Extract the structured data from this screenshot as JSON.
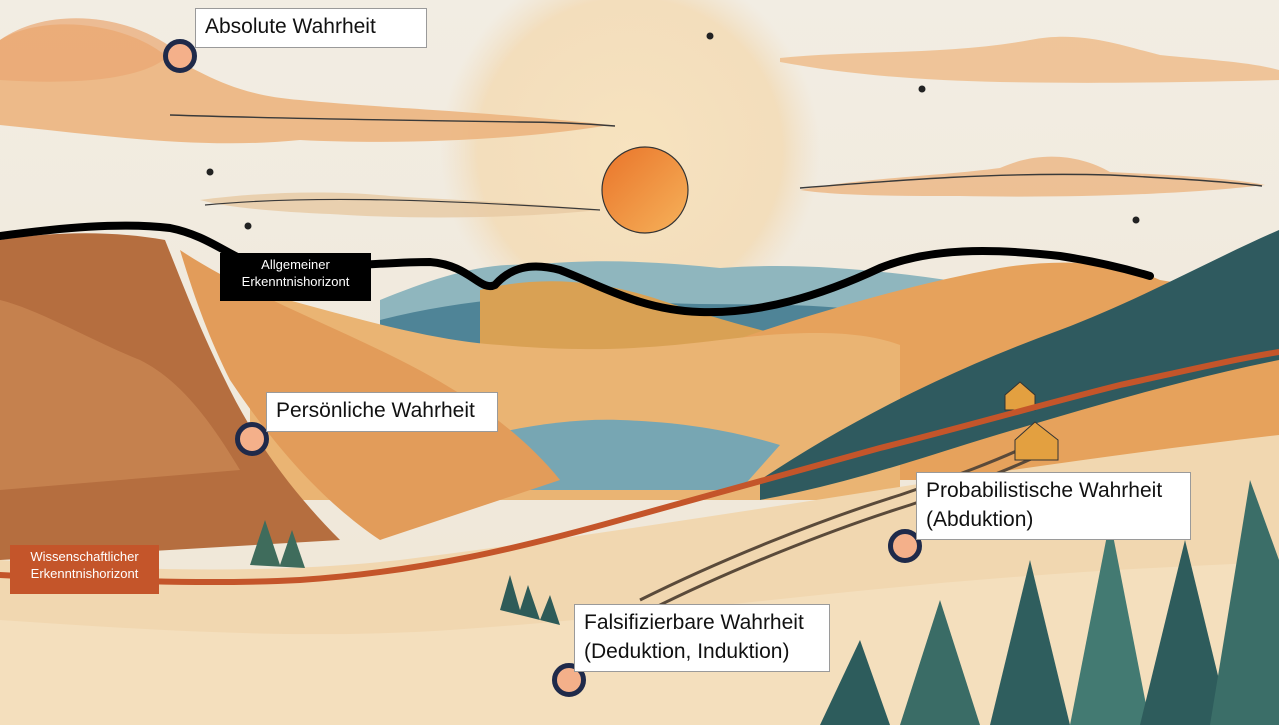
{
  "labels": {
    "absolute": "Absolute Wahrheit",
    "personal": "Persönliche Wahrheit",
    "probabilistic_line1": "Probabilistische Wahrheit",
    "probabilistic_line2": "(Abduktion)",
    "falsifiable_line1": "Falsifizierbare Wahrheit",
    "falsifiable_line2": "(Deduktion, Induktion)"
  },
  "horizons": {
    "general_line1": "Allgemeiner",
    "general_line2": "Erkenntnishorizont",
    "scientific_line1": "Wissenschaftlicher",
    "scientific_line2": "Erkenntnishorizont"
  },
  "colors": {
    "marker_fill": "#f4b08a",
    "marker_ring": "#1f2a4a",
    "general_horizon": "#000000",
    "scientific_horizon": "#c4552a",
    "sun": "#ef8a35"
  }
}
